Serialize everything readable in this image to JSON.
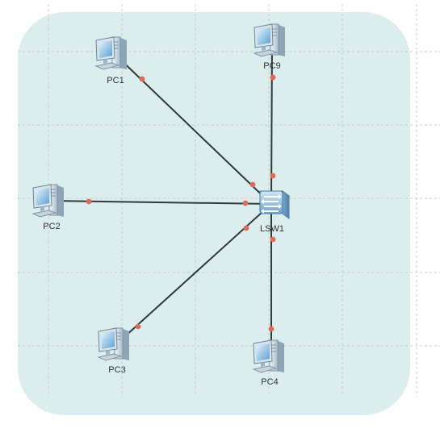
{
  "colors": {
    "area_fill": "#dbeded",
    "grid": "#c6cdcf",
    "link": "#2f3a3a",
    "port_dot": "#e06a5a"
  },
  "nodes": [
    {
      "id": "PC1",
      "label": "PC1",
      "type": "pc"
    },
    {
      "id": "PC9",
      "label": "PC9",
      "type": "pc"
    },
    {
      "id": "PC2",
      "label": "PC2",
      "type": "pc"
    },
    {
      "id": "LSW1",
      "label": "LSW1",
      "type": "switch"
    },
    {
      "id": "PC3",
      "label": "PC3",
      "type": "pc"
    },
    {
      "id": "PC4",
      "label": "PC4",
      "type": "pc"
    }
  ],
  "links": [
    {
      "from": "PC1",
      "to": "LSW1"
    },
    {
      "from": "PC9",
      "to": "LSW1"
    },
    {
      "from": "PC2",
      "to": "LSW1"
    },
    {
      "from": "PC3",
      "to": "LSW1"
    },
    {
      "from": "PC4",
      "to": "LSW1"
    }
  ]
}
